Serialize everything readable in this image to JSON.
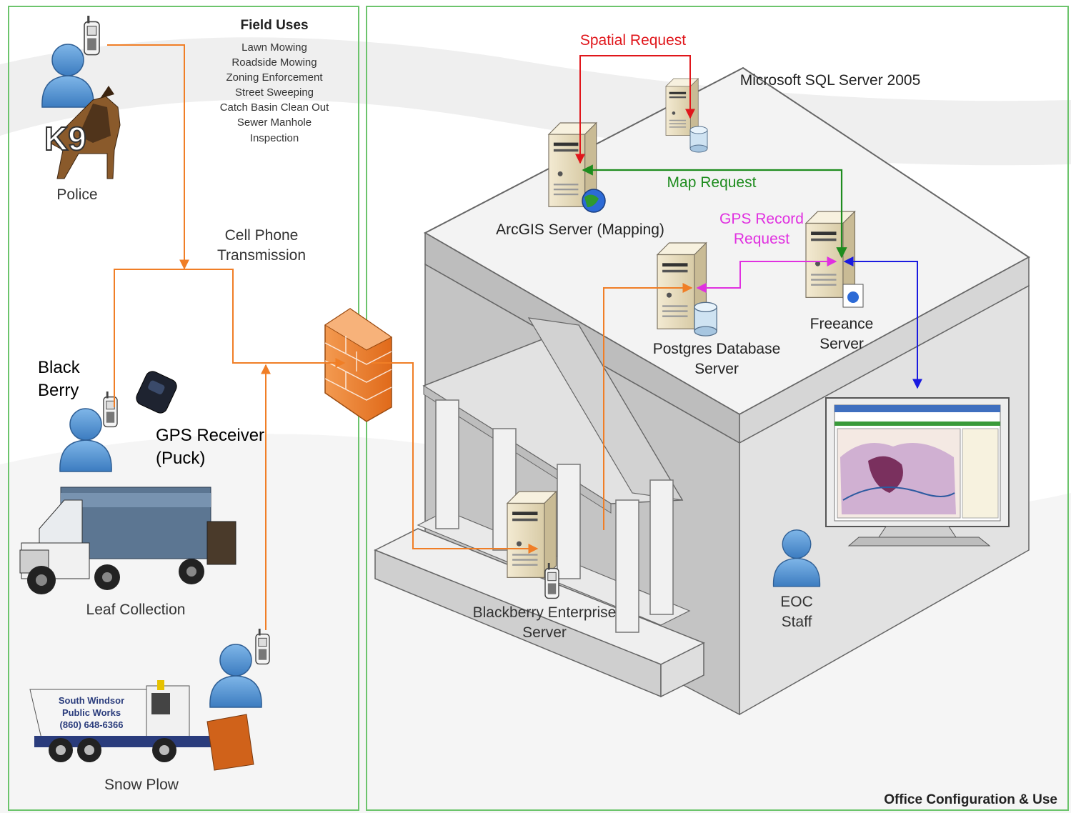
{
  "left_panel": {
    "field_uses": {
      "title": "Field Uses",
      "items": [
        "Lawn Mowing",
        "Roadside Mowing",
        "Zoning Enforcement",
        "Street Sweeping",
        "Catch Basin Clean Out",
        "Sewer Manhole",
        "Inspection"
      ]
    },
    "k9_badge": "K9",
    "police_label": "Police",
    "cell_transmission": [
      "Cell Phone",
      "Transmission"
    ],
    "blackberry_label": [
      "Black",
      "Berry"
    ],
    "gps_receiver_label": [
      "GPS Receiver",
      "(Puck)"
    ],
    "leaf_collection_label": "Leaf Collection",
    "truck_signage": [
      "South Windsor",
      "Public Works",
      "(860) 648-6366"
    ],
    "snow_plow_label": "Snow Plow"
  },
  "office": {
    "spatial_request": "Spatial Request",
    "sql_server": "Microsoft SQL Server 2005",
    "map_request": "Map Request",
    "arcgis_server": "ArcGIS Server (Mapping)",
    "gps_record_request": [
      "GPS Record",
      "Request"
    ],
    "postgres_server": [
      "Postgres Database",
      "Server"
    ],
    "freeance_server": [
      "Freeance",
      "Server"
    ],
    "blackberry_server": [
      "Blackberry Enterprise",
      "Server"
    ],
    "eoc_staff": [
      "EOC",
      "Staff"
    ],
    "caption": "Office Configuration & Use"
  },
  "colors": {
    "panel_border": "#6cc46c",
    "cell_link": "#f07e26",
    "spatial_request": "#e0161b",
    "map_request": "#1e8c1e",
    "gps_record_request": "#e030e0",
    "freeance_link": "#1a1ae0",
    "person_blue": "#4a8fd0"
  },
  "icons": [
    "person-icon",
    "cellphone-icon",
    "k9-dog-icon",
    "gps-puck-icon",
    "leaf-truck-icon",
    "snow-plow-icon",
    "firewall-icon",
    "server-icon",
    "database-icon",
    "globe-icon",
    "monitor-icon",
    "building-icon"
  ]
}
